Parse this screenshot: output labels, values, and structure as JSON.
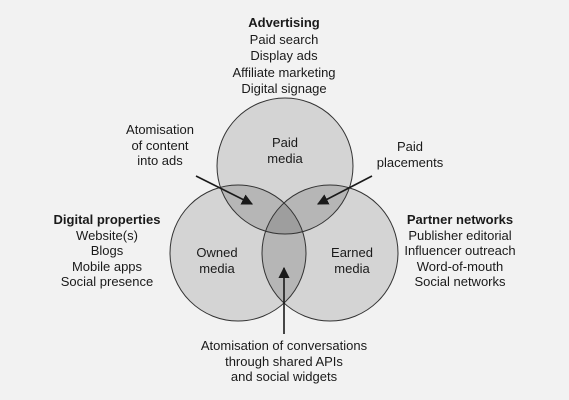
{
  "colors": {
    "background": "#f2f2f2",
    "circle_fill": "#d4d4d4",
    "pairwise_overlap_fill": "#b6b6b6",
    "center_overlap_fill": "#9e9e9e",
    "outline": "#333333",
    "text": "#1a1a1a"
  },
  "circles": {
    "paid": {
      "line1": "Paid",
      "line2": "media"
    },
    "owned": {
      "line1": "Owned",
      "line2": "media"
    },
    "earned": {
      "line1": "Earned",
      "line2": "media"
    }
  },
  "groups": {
    "advertising": {
      "heading": "Advertising",
      "items": [
        "Paid search",
        "Display ads",
        "Affiliate marketing",
        "Digital signage"
      ]
    },
    "digital_properties": {
      "heading": "Digital properties",
      "items": [
        "Website(s)",
        "Blogs",
        "Mobile apps",
        "Social presence"
      ]
    },
    "partner_networks": {
      "heading": "Partner networks",
      "items": [
        "Publisher editorial",
        "Influencer outreach",
        "Word-of-mouth",
        "Social networks"
      ]
    }
  },
  "annotations": {
    "paid_owned": [
      "Atomisation",
      "of content",
      "into ads"
    ],
    "paid_earned": [
      "Paid",
      "placements"
    ],
    "owned_earned": [
      "Atomisation of conversations",
      "through shared APIs",
      "and social widgets"
    ]
  }
}
